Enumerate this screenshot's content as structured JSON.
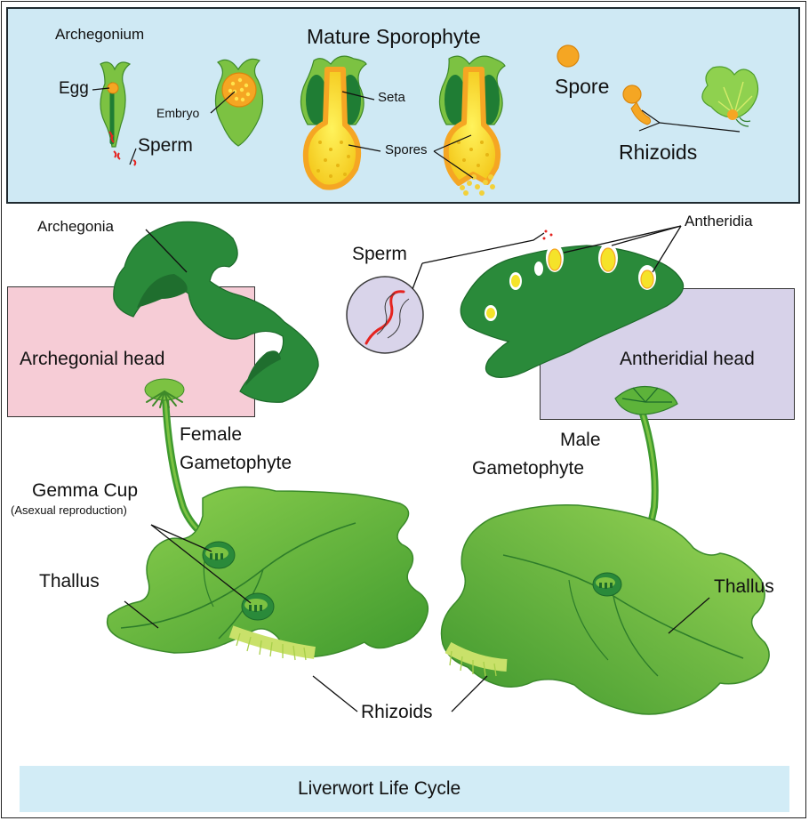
{
  "top": {
    "archegonium": "Archegonium",
    "mature_sporophyte": "Mature Sporophyte",
    "egg": "Egg",
    "embryo": "Embryo",
    "sperm": "Sperm",
    "seta": "Seta",
    "spores": "Spores",
    "spore": "Spore",
    "rhizoids": "Rhizoids"
  },
  "main": {
    "archegonia": "Archegonia",
    "archegonial_head": "Archegonial head",
    "female_gametophyte_1": "Female",
    "female_gametophyte_2": "Gametophyte",
    "gemma_cup": "Gemma Cup",
    "asexual_reproduction": "(Asexual reproduction)",
    "thallus_left": "Thallus",
    "sperm": "Sperm",
    "antheridia": "Antheridia",
    "antheridial_head": "Antheridial head",
    "male_gametophyte_1": "Male",
    "male_gametophyte_2": "Gametophyte",
    "thallus_right": "Thallus",
    "rhizoids": "Rhizoids"
  },
  "footer": {
    "title": "Liverwort Life Cycle"
  },
  "colors": {
    "panel_blue": "#cfe9f4",
    "pink_box": "#f6ccd6",
    "violet_box": "#d7d2e9",
    "dark_green": "#1f7d34",
    "leaf_green": "#7cc242",
    "orange": "#f5a623",
    "yellow": "#f5e32a",
    "sperm_red": "#e52420"
  }
}
